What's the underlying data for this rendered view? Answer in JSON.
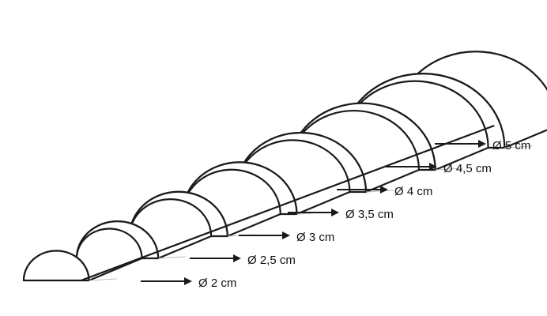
{
  "diagram": {
    "segments": [
      {
        "label": "Ø 2 cm",
        "diameter_cm": 2
      },
      {
        "label": "Ø 2,5 cm",
        "diameter_cm": 2.5
      },
      {
        "label": "Ø 3 cm",
        "diameter_cm": 3
      },
      {
        "label": "Ø 3,5 cm",
        "diameter_cm": 3.5
      },
      {
        "label": "Ø 4 cm",
        "diameter_cm": 4
      },
      {
        "label": "Ø 4,5 cm",
        "diameter_cm": 4.5
      },
      {
        "label": "Ø 5 cm",
        "diameter_cm": 5
      }
    ]
  }
}
